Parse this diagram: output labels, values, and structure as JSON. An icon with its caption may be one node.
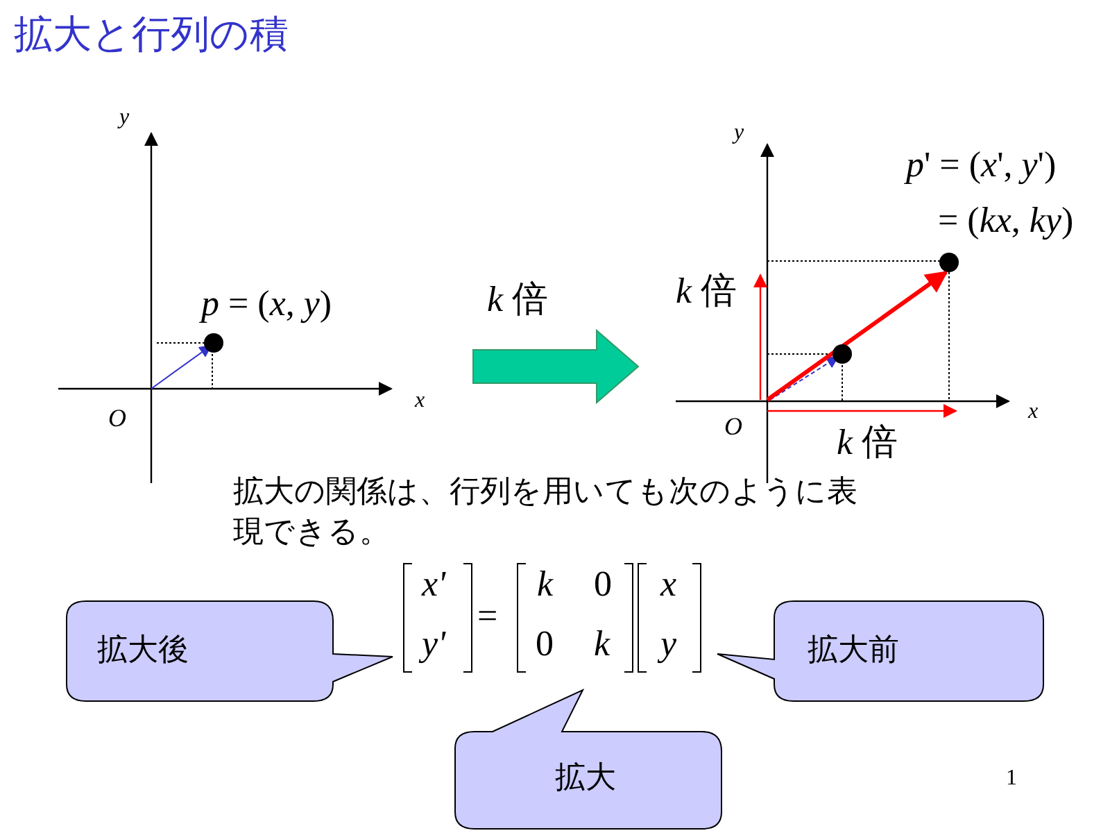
{
  "diagram": {
    "title": "拡大と行列の積",
    "nodes": [
      {
        "text": [
          "拡大後"
        ]
      },
      {
        "text": [
          "拡大前"
        ]
      },
      {
        "text": [
          "拡大"
        ]
      }
    ],
    "labels": [
      "y",
      "y",
      "*p*' = (*x*', *y*')",
      "= (*kx*, *ky*)",
      "*k* 倍",
      "*p* = (*x*, *y*)",
      "*k* 倍",
      "x",
      "x",
      "O",
      "O",
      "*k* 倍",
      "拡大の関係は、行列を用いても次のように表現できる。",
      "x'",
      "=",
      "k",
      "0",
      "x",
      "y'",
      "0",
      "k",
      "y",
      "1"
    ]
  }
}
